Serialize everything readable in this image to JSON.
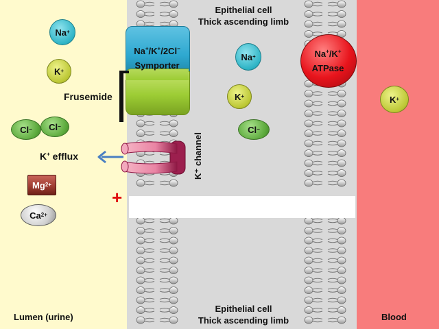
{
  "labels": {
    "cell_top": [
      "Epithelial cell",
      "Thick ascending limb"
    ],
    "cell_bottom": [
      "Epithelial cell",
      "Thick ascending limb"
    ],
    "lumen": "Lumen (urine)",
    "blood": "Blood",
    "frusemide": "Frusemide",
    "k_efflux_base": "K",
    "k_efflux_sup": "+",
    "k_efflux_rest": " efflux",
    "k_channel": "K⁺ channel",
    "plus_sign": "+"
  },
  "symporter": {
    "line1_na": "Na",
    "line1_k": "/K",
    "line1_cl": "/2Cl",
    "sup_plus": "+",
    "sup_minus": "−",
    "line2": "Symporter"
  },
  "atpase": {
    "line1_na": "Na",
    "line1_k": "/K",
    "sup_plus": "+",
    "line2": "ATPase"
  },
  "ions": {
    "na": "Na",
    "k": "K",
    "cl": "Cl",
    "mg": "Mg",
    "ca": "Ca",
    "plus": "+",
    "minus": "−",
    "two_plus": "2+"
  },
  "colors": {
    "lumen_bg": "#fffacd",
    "cell_bg": "#d9d9d9",
    "blood_bg": "#f87c7c",
    "symporter_top": "#2ea8d0",
    "symporter_bottom": "#9ccc34",
    "atpase": "#e8141c",
    "k_channel": "#b0285a",
    "arrow": "#4a7fc2",
    "plus_sign": "#e01010"
  }
}
